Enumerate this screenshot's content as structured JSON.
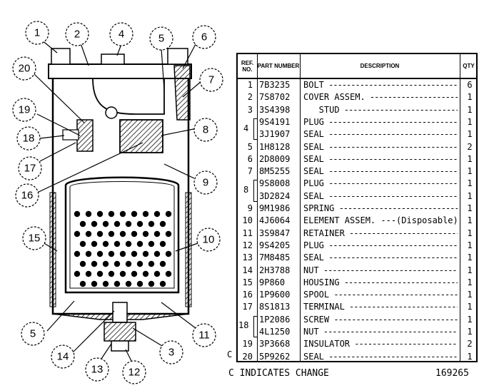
{
  "callouts": [
    "1",
    "2",
    "4",
    "5",
    "6",
    "20",
    "7",
    "19",
    "18",
    "17",
    "16",
    "8",
    "9",
    "15",
    "10",
    "5",
    "14",
    "13",
    "12",
    "3",
    "11"
  ],
  "table": {
    "headers": {
      "ref": "REF. NO.",
      "part": "PART NUMBER",
      "desc": "DESCRIPTION",
      "qty": "QTY"
    },
    "rows": [
      {
        "ref": "1",
        "part": "7B3235",
        "desc": "BOLT",
        "qty": "6"
      },
      {
        "ref": "2",
        "part": "7S8702",
        "desc": "COVER ASSEM.",
        "qty": "1"
      },
      {
        "ref": "3",
        "part": "3S4398",
        "desc": "   STUD",
        "qty": "1"
      },
      {
        "ref": "",
        "part": "9S4191",
        "desc": "PLUG",
        "qty": "1"
      },
      {
        "ref": "",
        "part": "3J1907",
        "desc": "SEAL",
        "qty": "1"
      },
      {
        "ref": "5",
        "part": "1H8128",
        "desc": "SEAL",
        "qty": "2"
      },
      {
        "ref": "6",
        "part": "2D8009",
        "desc": "SEAL",
        "qty": "1"
      },
      {
        "ref": "7",
        "part": "8M5255",
        "desc": "SEAL",
        "qty": "1"
      },
      {
        "ref": "",
        "part": "9S8008",
        "desc": "PLUG",
        "qty": "1"
      },
      {
        "ref": "",
        "part": "3D2824",
        "desc": "SEAL",
        "qty": "1"
      },
      {
        "ref": "9",
        "part": "9M1986",
        "desc": "SPRING",
        "qty": "1"
      },
      {
        "ref": "10",
        "part": "4J6064",
        "desc": "ELEMENT ASSEM. ---(Disposable)",
        "qty": "1"
      },
      {
        "ref": "11",
        "part": "3S9847",
        "desc": "RETAINER",
        "qty": "1"
      },
      {
        "ref": "12",
        "part": "9S4205",
        "desc": "PLUG",
        "qty": "1"
      },
      {
        "ref": "13",
        "part": "7M8485",
        "desc": "SEAL",
        "qty": "1"
      },
      {
        "ref": "14",
        "part": "2H3788",
        "desc": "NUT",
        "qty": "1"
      },
      {
        "ref": "15",
        "part": "9P860",
        "desc": "HOUSING",
        "qty": "1"
      },
      {
        "ref": "16",
        "part": "1P9600",
        "desc": "SPOOL",
        "qty": "1"
      },
      {
        "ref": "17",
        "part": "8S1813",
        "desc": "TERMINAL",
        "qty": "1"
      },
      {
        "ref": "",
        "part": "1P2086",
        "desc": "SCREW",
        "qty": "1"
      },
      {
        "ref": "",
        "part": "4L1250",
        "desc": "NUT",
        "qty": "1"
      },
      {
        "ref": "19",
        "part": "3P3668",
        "desc": "INSULATOR",
        "qty": "2"
      },
      {
        "ref": "20",
        "part": "5P9262",
        "desc": "SEAL",
        "qty": "1"
      }
    ],
    "groups": [
      {
        "ref": "4",
        "first_row": 3,
        "last_row": 4
      },
      {
        "ref": "8",
        "first_row": 8,
        "last_row": 9
      },
      {
        "ref": "18",
        "first_row": 19,
        "last_row": 20
      }
    ]
  },
  "change_marker": "C",
  "change_note": "C INDICATES CHANGE",
  "figure_number": "169265"
}
